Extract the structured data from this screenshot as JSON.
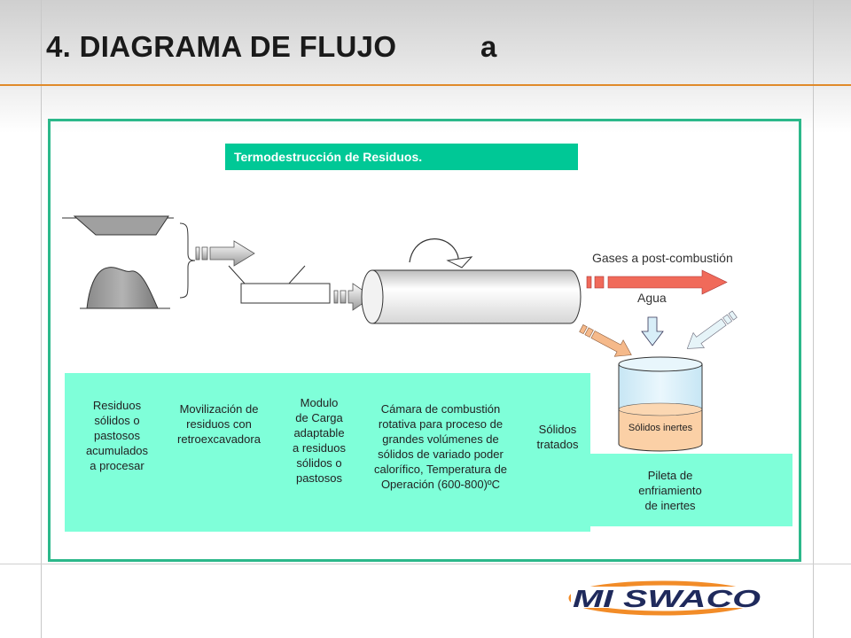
{
  "header": {
    "title": "4. DIAGRAMA DE FLUJO",
    "title_suffix": "a"
  },
  "subtitle": "Termodestrucción de Residuos.",
  "flow_labels": {
    "gases": "Gases a post-combustión",
    "agua": "Agua",
    "solidos_inertes": "Sólidos inertes"
  },
  "steps": [
    {
      "label": "Residuos\nsólidos o\npastosos\nacumulados\na procesar"
    },
    {
      "label": "Movilización de\nresiduos con\nretroexcavadora"
    },
    {
      "label": "Modulo\nde Carga\nadaptable\na residuos\nsólidos o\npastosos"
    },
    {
      "label": "Cámara de combustión\nrotativa para proceso de\ngrandes volúmenes de\nsólidos de variado poder\ncalorífico, Temperatura de\nOperación (600-800)ºC"
    },
    {
      "label": "Sólidos\ntratados"
    },
    {
      "label": "Pileta de\nenfriamiento\nde inertes"
    }
  ],
  "logo": {
    "text": "MI SWACO"
  },
  "colors": {
    "accent_green": "#00c896",
    "panel_aqua": "#7fffd9",
    "frame_green": "#2cb88a",
    "orange_line": "#e08a2a",
    "arrow_red": "#f06a5a",
    "arrow_orange": "#f5b98a",
    "tank_blue": "#d8f0fa",
    "logo_navy": "#1f2a5c",
    "logo_orange": "#f28c28"
  }
}
